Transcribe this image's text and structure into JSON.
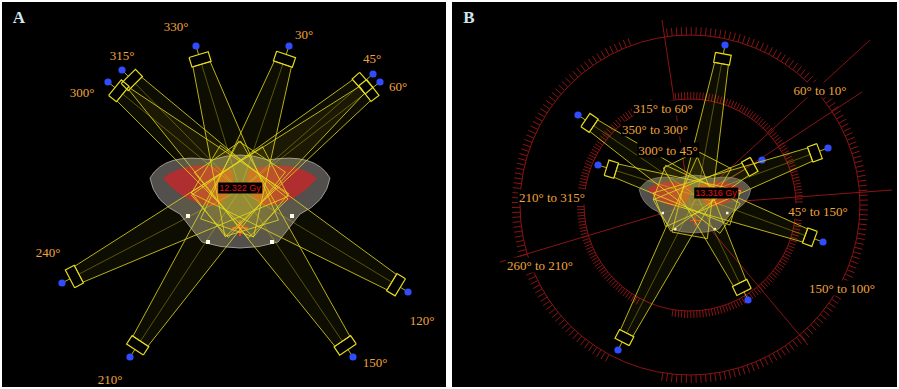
{
  "diagram": {
    "labels": [
      "A",
      "330°",
      "30°",
      "315°",
      "45°",
      "300°",
      "60°",
      "240°",
      "120°",
      "210°",
      "150°",
      "12.322 Gy",
      "B",
      "60° to 10°",
      "315° to 60°",
      "350° to 300°",
      "300° to 45°",
      "210° to 315°",
      "45° to 150°",
      "260° to 210°",
      "150° to 100°",
      "13.316 Gy"
    ]
  }
}
